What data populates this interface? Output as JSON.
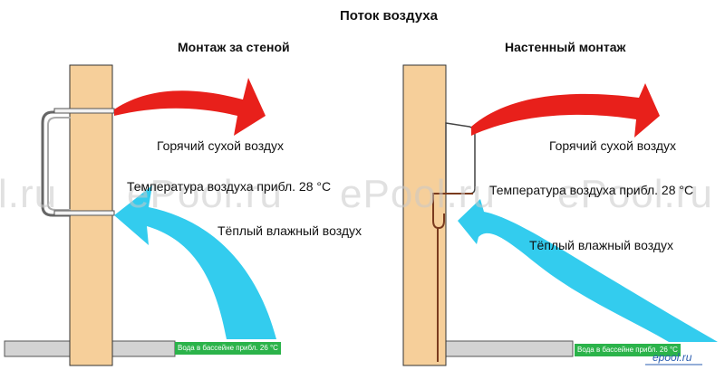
{
  "title": "Поток воздуха",
  "left": {
    "heading": "Монтаж за стеной",
    "hot_label": "Горячий сухой воздух",
    "temp_label": "Температура воздуха прибл. 28 °C",
    "warm_label": "Тёплый влажный воздух",
    "pool_note": "Вода в бассейне прибл. 26 °C"
  },
  "right": {
    "heading": "Настенный монтаж",
    "hot_label": "Горячий сухой воздух",
    "temp_label": "Температура воздуха прибл. 28 °C",
    "warm_label": "Тёплый влажный воздух",
    "pool_note": "Вода в бассейне прибл. 26 °C"
  },
  "watermarks": [
    "l.ru",
    "ePool.ru",
    "ePool.ru",
    "ePool.ru"
  ],
  "logo": "epool.ru",
  "colors": {
    "wall": "#f6cf9a",
    "hot_arrow": "#e8201b",
    "warm_arrow": "#33ccee",
    "pool_edge": "#cfcfcf",
    "note_bg": "#2bb34a"
  }
}
